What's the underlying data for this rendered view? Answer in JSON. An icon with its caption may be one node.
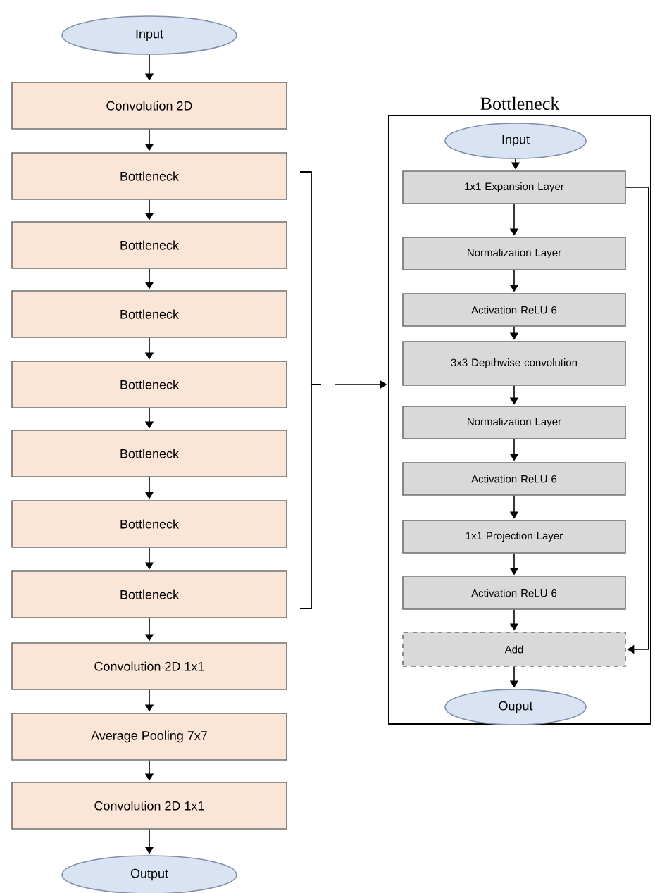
{
  "diagram": {
    "nodes": [
      {
        "text": [
          "Input"
        ]
      },
      {
        "text": [
          "Convolution 2D"
        ]
      },
      {
        "text": [
          "Bottleneck"
        ]
      },
      {
        "text": [
          "Bottleneck"
        ]
      },
      {
        "text": [
          "Bottleneck"
        ]
      },
      {
        "text": [
          "Bottleneck"
        ]
      },
      {
        "text": [
          "Bottleneck"
        ]
      },
      {
        "text": [
          "Bottleneck"
        ]
      },
      {
        "text": [
          "Bottleneck"
        ]
      },
      {
        "text": [
          "Convolution 2D 1x1"
        ]
      },
      {
        "text": [
          "Average Pooling 7x7"
        ]
      },
      {
        "text": [
          "Convolution 2D 1x1"
        ]
      },
      {
        "text": [
          "Output"
        ]
      },
      {
        "text": [
          "Bottleneck"
        ]
      },
      {
        "text": [
          "Input"
        ],
        "in": 13
      },
      {
        "text": [
          "1x1 Expansion Layer"
        ],
        "in": 13
      },
      {
        "text": [
          "Normalization Layer"
        ],
        "in": 13
      },
      {
        "text": [
          "Activation ReLU 6"
        ],
        "in": 13
      },
      {
        "text": [
          "3x3 Depthwise convolution"
        ],
        "in": 13
      },
      {
        "text": [
          "Normalization Layer"
        ],
        "in": 13
      },
      {
        "text": [
          "Activation ReLU 6"
        ],
        "in": 13
      },
      {
        "text": [
          "1x1 Projection Layer"
        ],
        "in": 13
      },
      {
        "text": [
          "Activation ReLU 6"
        ],
        "in": 13
      },
      {
        "text": [
          "Add"
        ],
        "in": 13
      },
      {
        "text": [
          "Ouput"
        ],
        "in": 13
      }
    ],
    "edges": [
      {
        "from": 0,
        "to": 1,
        "arrow": "to"
      },
      {
        "from": 1,
        "to": 2,
        "arrow": "to"
      },
      {
        "from": 2,
        "to": 3,
        "arrow": "to"
      },
      {
        "from": 3,
        "to": 4,
        "arrow": "to"
      },
      {
        "from": 4,
        "to": 5,
        "arrow": "to"
      },
      {
        "from": 5,
        "to": 6,
        "arrow": "to"
      },
      {
        "from": 6,
        "to": 7,
        "arrow": "to"
      },
      {
        "from": 7,
        "to": 8,
        "arrow": "to"
      },
      {
        "from": 8,
        "to": 9,
        "arrow": "to"
      },
      {
        "from": 9,
        "to": 10,
        "arrow": "to"
      },
      {
        "from": 10,
        "to": 11,
        "arrow": "to"
      },
      {
        "from": 11,
        "to": 12,
        "arrow": "to"
      },
      {
        "from": null,
        "to": 13,
        "arrow": "to"
      },
      {
        "from": 14,
        "to": 15,
        "arrow": "to"
      },
      {
        "from": 15,
        "to": 16,
        "arrow": "to"
      },
      {
        "from": 16,
        "to": 17,
        "arrow": "to"
      },
      {
        "from": 17,
        "to": 18,
        "arrow": "to"
      },
      {
        "from": 18,
        "to": 19,
        "arrow": "to"
      },
      {
        "from": 19,
        "to": 20,
        "arrow": "to"
      },
      {
        "from": 20,
        "to": 21,
        "arrow": "to"
      },
      {
        "from": 21,
        "to": 22,
        "arrow": "to"
      },
      {
        "from": 22,
        "to": 23,
        "arrow": "to"
      },
      {
        "from": 23,
        "to": 24,
        "arrow": "to"
      },
      {
        "from": 15,
        "to": 23,
        "arrow": "to"
      }
    ]
  }
}
